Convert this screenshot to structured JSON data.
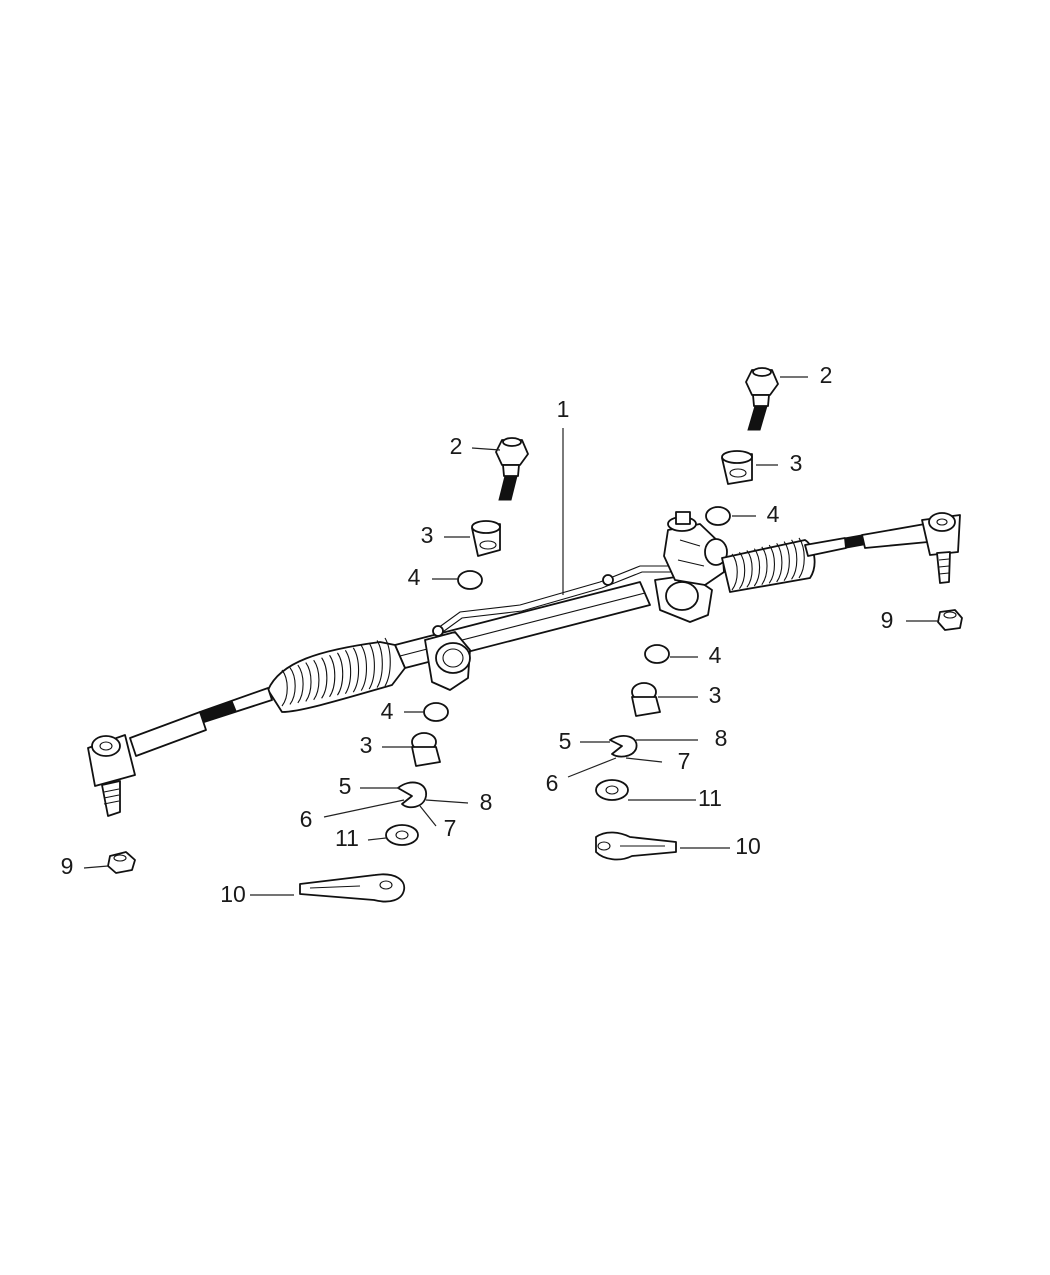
{
  "diagram": {
    "colors": {
      "line": "#111111",
      "background": "#ffffff"
    },
    "callouts": {
      "c1": "1",
      "c2a": "2",
      "c2b": "2",
      "c3a": "3",
      "c3b": "3",
      "c3c": "3",
      "c3d": "3",
      "c4a": "4",
      "c4b": "4",
      "c4c": "4",
      "c4d": "4",
      "c5a": "5",
      "c5b": "5",
      "c6a": "6",
      "c6b": "6",
      "c7a": "7",
      "c7b": "7",
      "c8a": "8",
      "c8b": "8",
      "c9a": "9",
      "c9b": "9",
      "c10a": "10",
      "c10b": "10",
      "c11a": "11",
      "c11b": "11"
    }
  }
}
